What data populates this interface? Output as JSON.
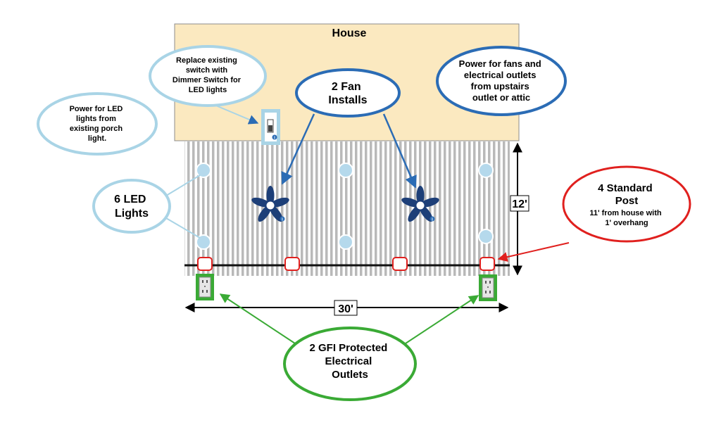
{
  "house": {
    "title": "House"
  },
  "callouts": {
    "dimmer": {
      "lines": [
        "Replace existing",
        "switch with",
        "Dimmer Switch for",
        "LED lights"
      ]
    },
    "porch": {
      "lines": [
        "Power for LED",
        "lights from",
        "existing porch",
        "light."
      ]
    },
    "fans": {
      "lines": [
        "2 Fan",
        "Installs"
      ]
    },
    "upstairs": {
      "lines": [
        "Power for fans and",
        "electrical outlets",
        "from upstairs",
        "outlet or attic"
      ]
    },
    "led": {
      "lines": [
        "6 LED",
        "Lights"
      ]
    },
    "posts": {
      "lines": [
        "4 Standard",
        "Post"
      ],
      "sub": [
        "11' from house with",
        "1' overhang"
      ]
    },
    "outlets": {
      "lines": [
        "2 GFI Protected",
        "Electrical",
        "Outlets"
      ]
    }
  },
  "dimensions": {
    "depth": "12'",
    "width": "30'"
  },
  "colors": {
    "house_fill": "#fbe9c0",
    "light_blue": "#a9d4e6",
    "led_fill": "#b5d9ec",
    "blue": "#2b6cb5",
    "fan": "#1d3f78",
    "red": "#e0201e",
    "green": "#3aaa35",
    "deck_stripe": "#b9b9b9"
  },
  "icons": [
    "light-switch-icon",
    "ceiling-fan-icon",
    "led-light-icon",
    "post-icon",
    "outlet-icon"
  ]
}
